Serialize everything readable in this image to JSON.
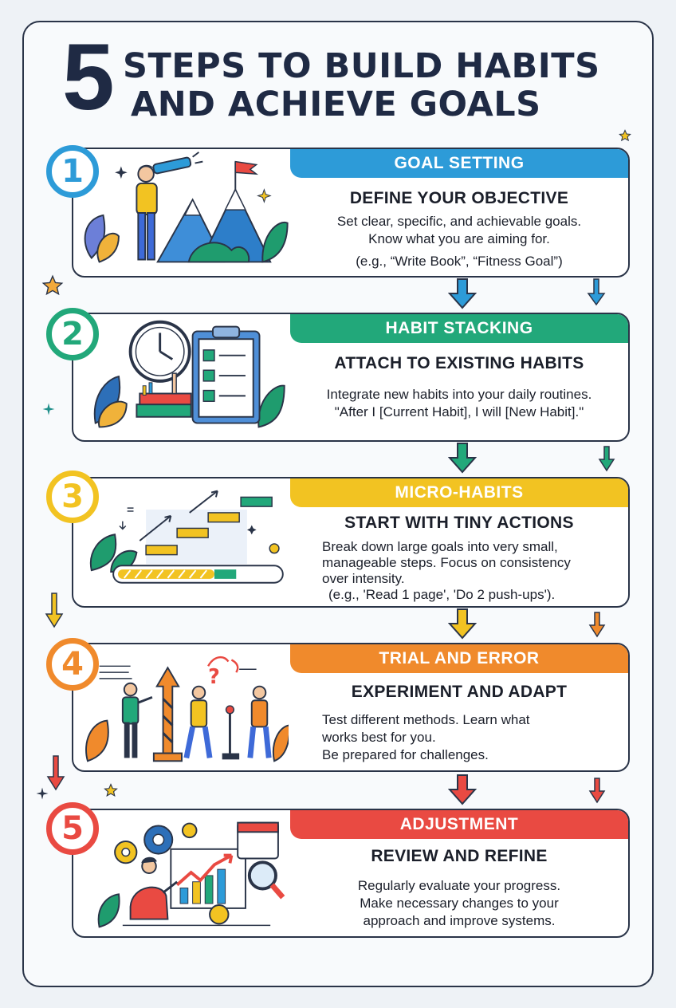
{
  "title": {
    "number": "5",
    "line1": "STEPS TO BUILD HABITS",
    "line2": "AND ACHIEVE GOALS"
  },
  "colors": {
    "blue": "#2d9bd8",
    "green": "#22a87a",
    "yellow": "#f2c322",
    "orange": "#f08a2c",
    "red": "#e94a42",
    "navy": "#1f2a44"
  },
  "steps": [
    {
      "number": "1",
      "banner": "GOAL SETTING",
      "heading": "DEFINE YOUR OBJECTIVE",
      "lines": [
        "Set clear, specific, and achievable goals.",
        "Know what you are aiming for.",
        "(e.g., “Write Book”, “Fitness Goal”)"
      ],
      "icon": "telescope-mountain-icon"
    },
    {
      "number": "2",
      "banner": "HABIT STACKING",
      "heading": "ATTACH TO EXISTING HABITS",
      "lines": [
        "Integrate new habits into your daily routines.",
        "\"After I [Current Habit], I will [New Habit].\""
      ],
      "icon": "clock-checklist-icon"
    },
    {
      "number": "3",
      "banner": "MICRO-HABITS",
      "heading": "START WITH TINY ACTIONS",
      "lines": [
        "Break down large goals into very small,",
        "manageable steps. Focus on consistency",
        "over intensity.",
        "(e.g., 'Read 1 page', 'Do 2 push-ups')."
      ],
      "icon": "steps-progress-icon"
    },
    {
      "number": "4",
      "banner": "TRIAL AND ERROR",
      "heading": "EXPERIMENT AND ADAPT",
      "lines": [
        "Test different methods. Learn what",
        "works best for you.",
        "Be prepared for challenges."
      ],
      "icon": "people-experiment-icon"
    },
    {
      "number": "5",
      "banner": "ADJUSTMENT",
      "heading": "REVIEW AND REFINE",
      "lines": [
        "Regularly evaluate your progress.",
        "Make necessary changes to your",
        "approach and improve systems."
      ],
      "icon": "gears-chart-magnifier-icon"
    }
  ]
}
